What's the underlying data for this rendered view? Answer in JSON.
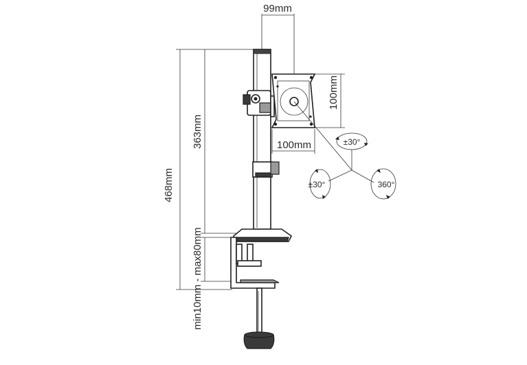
{
  "dimensions": {
    "arm_offset": "99mm",
    "vesa_height": "100mm",
    "vesa_width": "100mm",
    "pole_height": "363mm",
    "total_height": "468mm",
    "clamp_range": "min10mm - max80mm"
  },
  "rotations": {
    "tilt": "±30°",
    "swivel": "±30°",
    "rotate": "360°"
  }
}
